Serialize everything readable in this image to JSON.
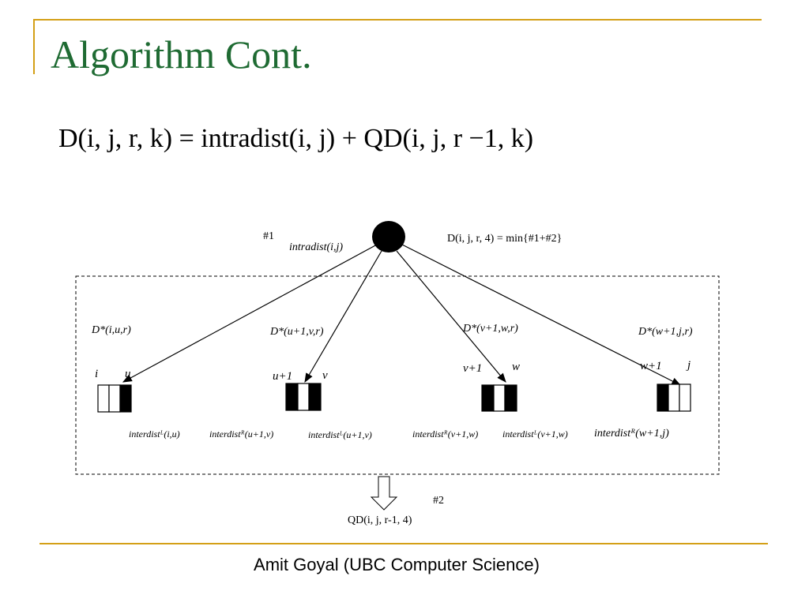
{
  "slide": {
    "title": "Algorithm Cont.",
    "formula": {
      "lhs": "D(i, j, r, k)",
      "eq": " = ",
      "term1": "intradist(i, j)",
      "plus": " + ",
      "term2": "QD(i, j, r −1, k)"
    },
    "footer": "Amit Goyal (UBC Computer Science)"
  },
  "diagram": {
    "root_tag": "#1",
    "root_edge_label": "intradist(i,j)",
    "root_formula": "D(i, j, r, 4) = min{#1+#2}",
    "children": [
      {
        "label": "D*(i,u,r)",
        "left_index": "i",
        "right_index": "u"
      },
      {
        "label": "D*(u+1,v,r)",
        "left_index": "u+1",
        "right_index": "v"
      },
      {
        "label": "D*(v+1,w,r)",
        "left_index": "v+1",
        "right_index": "w"
      },
      {
        "label": "D*(w+1,j,r)",
        "left_index": "w+1",
        "right_index": "j"
      }
    ],
    "interdist_labels": [
      "interdistᴸ(i,u)",
      "interdistᴿ(u+1,v)",
      "interdistᴸ(u+1,v)",
      "interdistᴿ(v+1,w)",
      "interdistᴸ(v+1,w)",
      "interdistᴿ(w+1,j)"
    ],
    "next_tag": "#2",
    "next_label": "QD(i, j, r-1, 4)"
  }
}
